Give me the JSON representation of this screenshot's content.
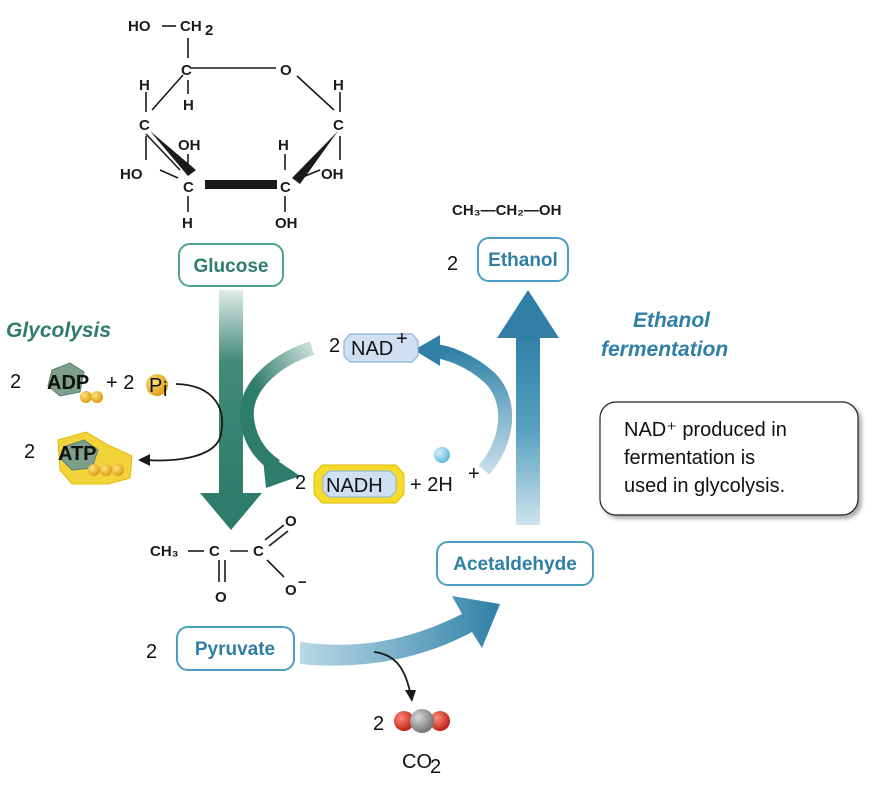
{
  "labels": {
    "glucose": "Glucose",
    "pyruvate": "Pyruvate",
    "acetaldehyde": "Acetaldehyde",
    "ethanol": "Ethanol",
    "glycolysis": "Glycolysis",
    "ethanol_fermentation_line1": "Ethanol",
    "ethanol_fermentation_line2": "fermentation"
  },
  "coefficients": {
    "pyruvate": "2",
    "ethanol": "2",
    "nad": "2",
    "nadh": "2",
    "adp": "2",
    "atp": "2",
    "co2": "2"
  },
  "molecules": {
    "nad_plus": "NAD",
    "nadh": "NADH",
    "h_plus": "+ 2H",
    "adp": "ADP",
    "adp_plus": "+ 2",
    "pi": "P",
    "pi_sub": "i",
    "atp": "ATP",
    "co2": "CO",
    "co2_sub": "2"
  },
  "note": {
    "line1": "NAD⁺ produced in",
    "line2": "fermentation is",
    "line3": "used in glycolysis."
  },
  "structures": {
    "ethanol_formula": "CH₃—CH₂—OH",
    "pyruvate_ch3": "CH₃",
    "glucose_top": "HO—CH₂"
  },
  "colors": {
    "glycolysis_green": "#2e7d6a",
    "fermentation_blue": "#2f7fa6",
    "nad_fill": "#cfe0f2",
    "nadh_border": "#f2d21a",
    "atp_yellow": "#f3d33a"
  }
}
